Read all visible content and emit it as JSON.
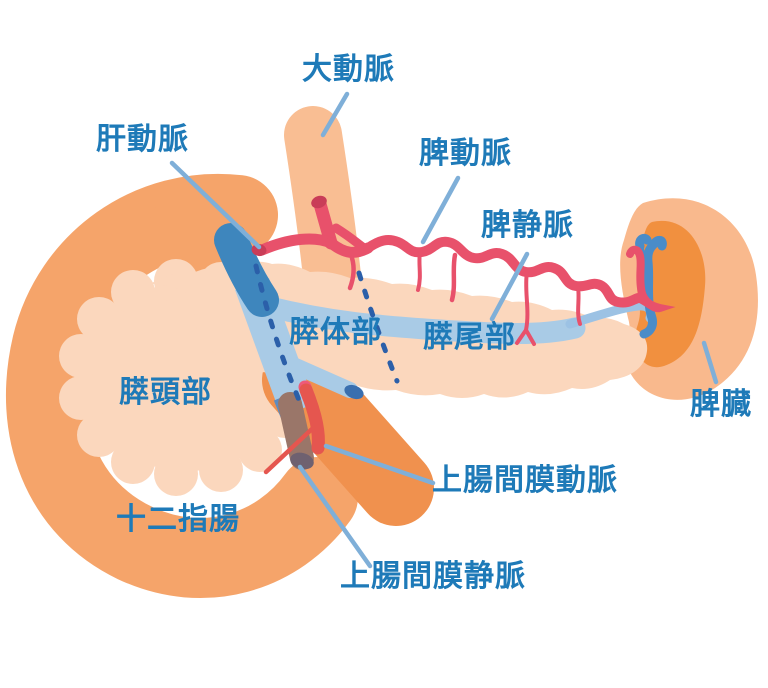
{
  "labels": {
    "aorta": "大動脈",
    "hepatic_artery": "肝動脈",
    "splenic_artery": "脾動脈",
    "splenic_vein": "脾静脈",
    "pancreas_body": "膵体部",
    "pancreas_tail": "膵尾部",
    "pancreas_head": "膵頭部",
    "spleen": "脾臓",
    "duodenum": "十二指腸",
    "superior_mesenteric_artery": "上腸間膜動脈",
    "superior_mesenteric_vein": "上腸間膜静脈"
  },
  "colors": {
    "background": "#FFFFFF",
    "label_text": "#1E7AB8",
    "leader_line": "#7FAFD8",
    "dotted_divider": "#2B5FA9",
    "artery_red": "#E8516B",
    "artery_cut_end": "#C93D58",
    "vein_light_blue": "#A9CBE6",
    "portal_vein_dark_blue": "#3E86BD",
    "spleen_vessel_blue": "#4A8CC8",
    "pancreas_peach": "#FBD7BD",
    "duodenum_orange": "#F5A46A",
    "jejunum_orange": "#F0914E",
    "aorta_orange": "#F9BE93",
    "spleen_outer": "#F9B98D",
    "spleen_inner": "#F1903F",
    "smv_behind_bowel": "#9A7669",
    "sma_behind_bowel": "#E5564F"
  }
}
